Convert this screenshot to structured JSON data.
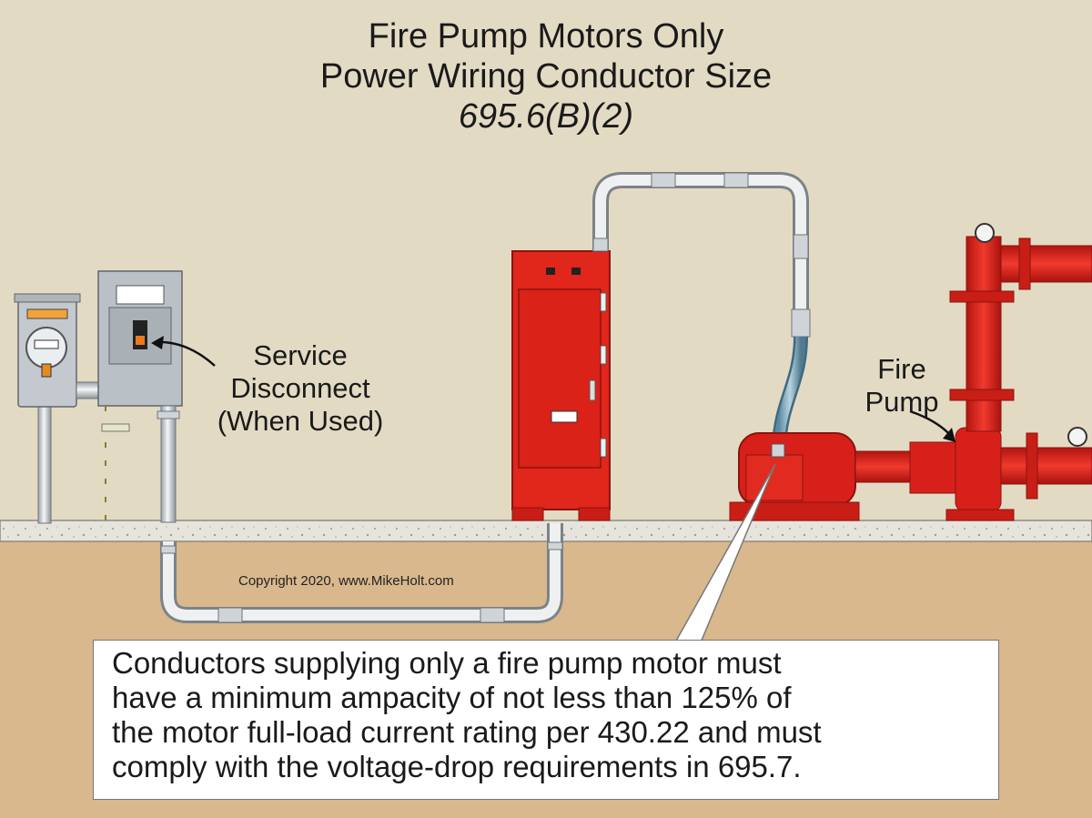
{
  "title": {
    "line1": "Fire Pump Motors Only",
    "line2": "Power Wiring Conductor Size",
    "line3": "695.6(B)(2)"
  },
  "labels": {
    "service_disconnect": [
      "Service",
      "Disconnect",
      "(When Used)"
    ],
    "fire_pump": [
      "Fire",
      "Pump"
    ]
  },
  "copyright": "Copyright 2020, www.MikeHolt.com",
  "callout_lines": [
    "Conductors supplying only a fire pump motor must",
    "have a minimum ampacity of not less than 125% of",
    "the motor full-load current rating per 430.22 and must",
    "comply with the voltage-drop requirements in 695.7."
  ],
  "colors": {
    "wall": "#e3dac3",
    "soil": "#d9b88d",
    "slab": "#e6e4dc",
    "fire_red": "#e1261c",
    "conduit": "#d9dde0",
    "enclosure_gray": "#b9c0c6"
  }
}
